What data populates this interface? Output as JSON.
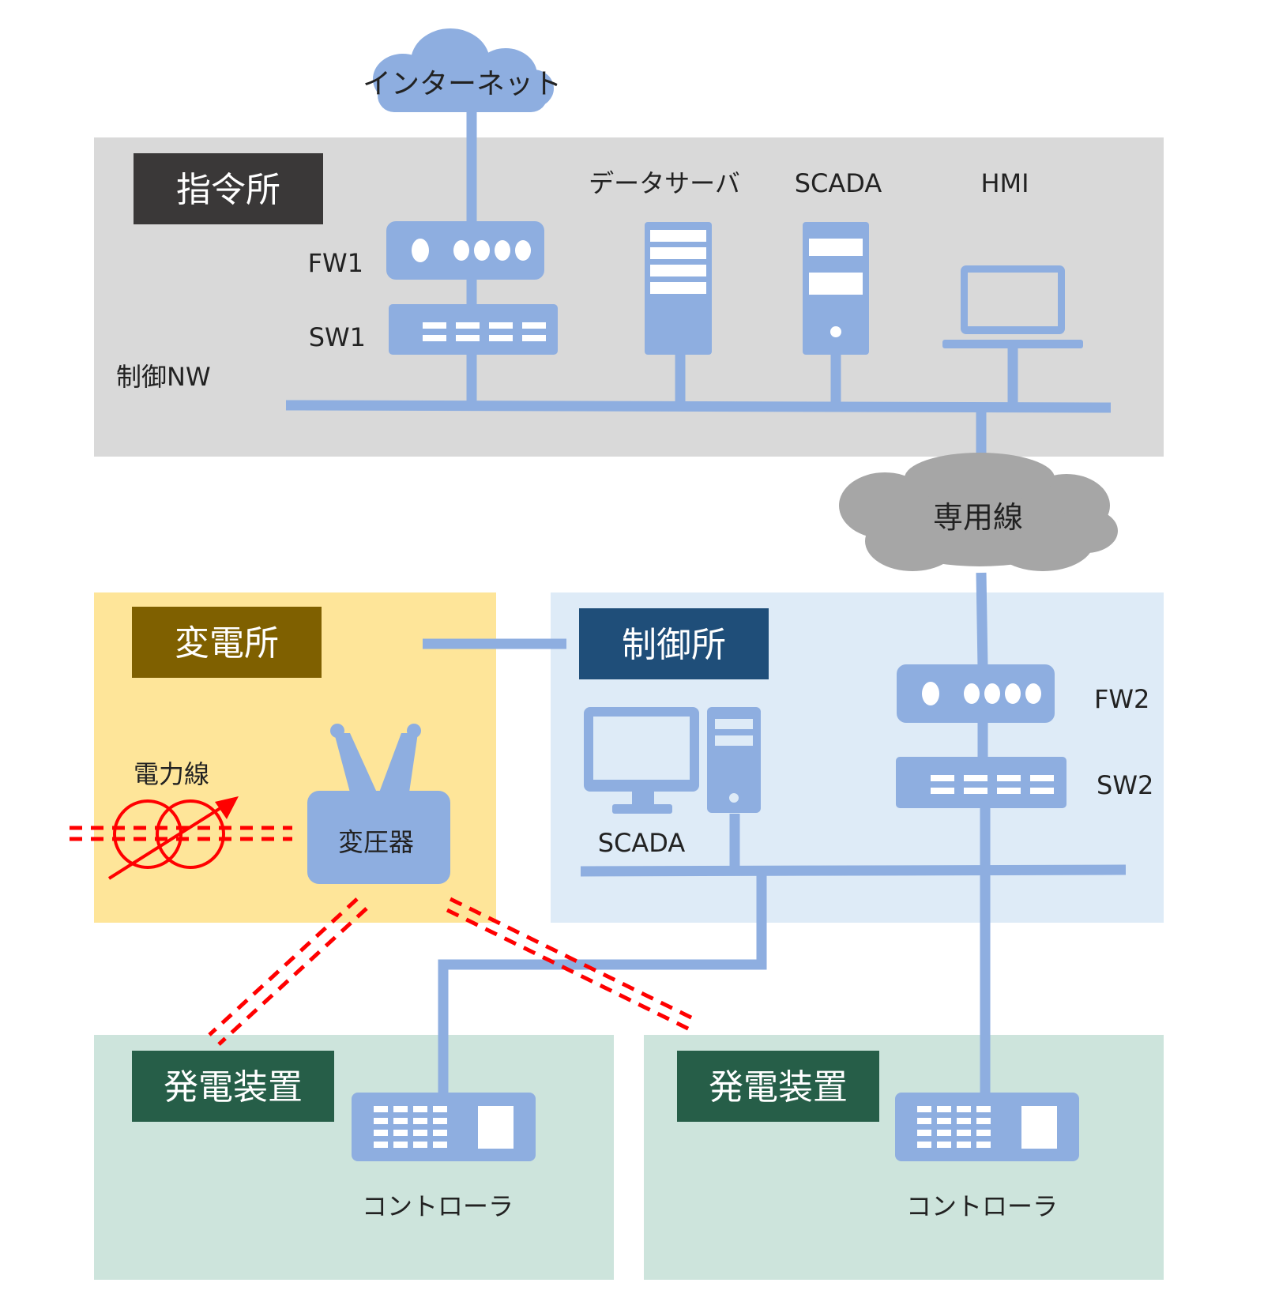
{
  "colors": {
    "device": "#8eaee0",
    "hq_bg": "#d9d9d9",
    "hq_title": "#3a3838",
    "sub_bg": "#fee599",
    "sub_title": "#7f6000",
    "ctrl_bg": "#deebf7",
    "ctrl_title": "#1f4e79",
    "gen_bg": "#cde4dc",
    "gen_title": "#265e48",
    "leased_cloud": "#a6a6a6",
    "power_line": "#ff0000"
  },
  "internet": {
    "label": "インターネット"
  },
  "hq": {
    "title": "指令所",
    "nw_label": "制御NW",
    "fw_label": "FW1",
    "sw_label": "SW1",
    "data_server_label": "データサーバ",
    "scada_label": "SCADA",
    "hmi_label": "HMI"
  },
  "leased_line": {
    "label": "専用線"
  },
  "substation": {
    "title": "変電所",
    "power_line_label": "電力線",
    "transformer_label": "変圧器"
  },
  "control_center": {
    "title": "制御所",
    "scada_label": "SCADA",
    "fw_label": "FW2",
    "sw_label": "SW2"
  },
  "generators": [
    {
      "title": "発電装置",
      "controller_label": "コントローラ"
    },
    {
      "title": "発電装置",
      "controller_label": "コントローラ"
    }
  ],
  "icons": [
    "cloud-icon",
    "firewall-icon",
    "switch-icon",
    "server-icon",
    "laptop-icon",
    "desktop-pc-icon",
    "transformer-symbol-icon",
    "transformer-device-icon",
    "controller-icon"
  ]
}
